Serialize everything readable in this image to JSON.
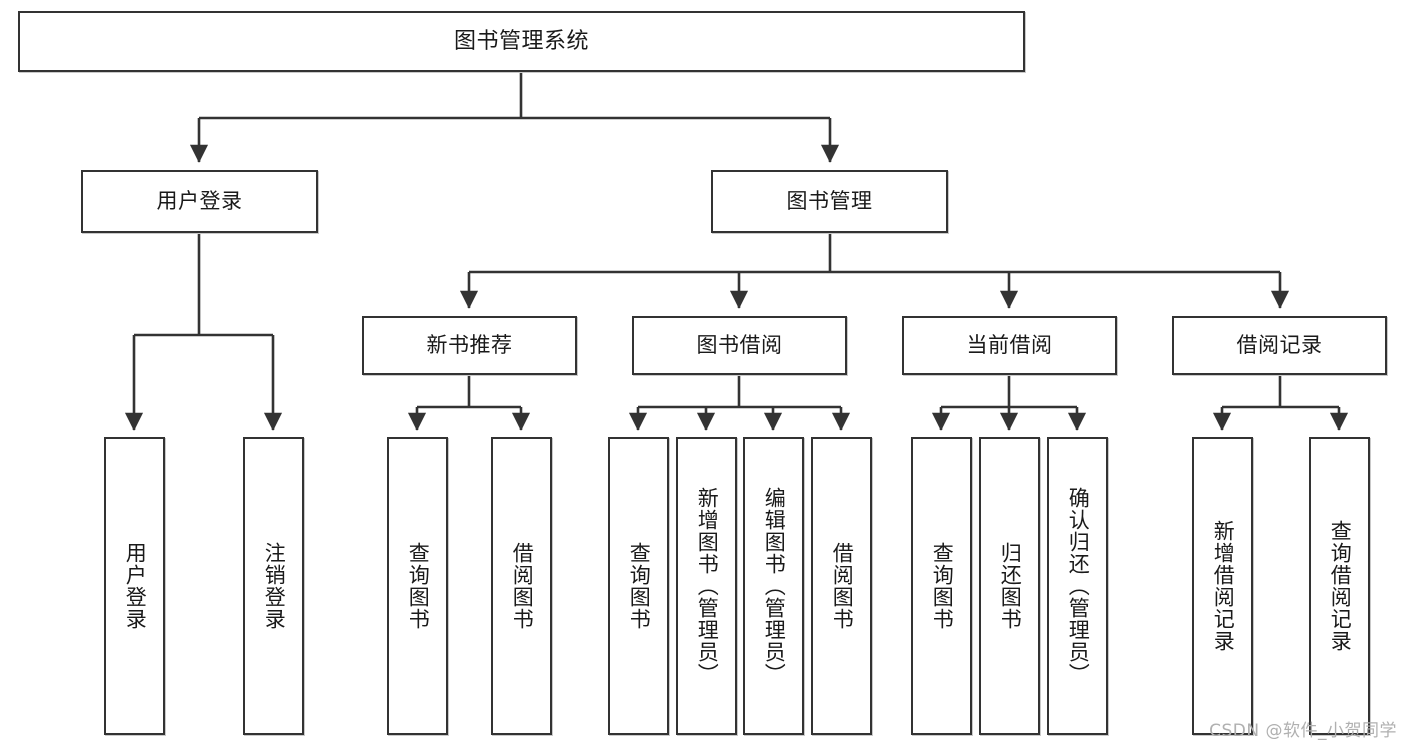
{
  "diagram": {
    "title": "图书管理系统",
    "type": "tree-hierarchy",
    "watermark": "CSDN @软件_小贺同学",
    "colors": {
      "box_border": "#333333",
      "box_fill": "#ffffff",
      "edge": "#333333",
      "text": "#1a1a1a",
      "watermark": "#b0b0b0",
      "background": "#ffffff"
    },
    "nodes": {
      "root": {
        "label": "图书管理系统"
      },
      "level2": [
        {
          "label": "用户登录"
        },
        {
          "label": "图书管理"
        }
      ],
      "level3": [
        {
          "label": "新书推荐"
        },
        {
          "label": "图书借阅"
        },
        {
          "label": "当前借阅"
        },
        {
          "label": "借阅记录"
        }
      ],
      "leaves": {
        "user_login": [
          {
            "label": "用户登录"
          },
          {
            "label": "注销登录"
          }
        ],
        "new_book": [
          {
            "label": "查询图书"
          },
          {
            "label": "借阅图书"
          }
        ],
        "book_borrow": [
          {
            "label": "查询图书"
          },
          {
            "label": "新增图书（管理员）"
          },
          {
            "label": "编辑图书（管理员）"
          },
          {
            "label": "借阅图书"
          }
        ],
        "current_borrow": [
          {
            "label": "查询图书"
          },
          {
            "label": "归还图书"
          },
          {
            "label": "确认归还（管理员）"
          }
        ],
        "borrow_record": [
          {
            "label": "新增借阅记录"
          },
          {
            "label": "查询借阅记录"
          }
        ]
      }
    }
  }
}
